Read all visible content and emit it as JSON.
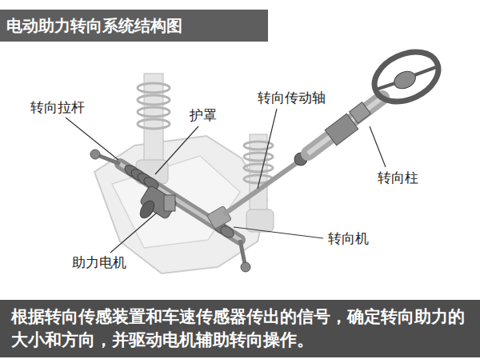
{
  "diagram": {
    "title": "电动助力转向系统结构图",
    "caption": "根据转向传感装置和车速传感器传出的信号，确定转向助力的大小和方向，并驱动电机辅助转向操作。",
    "labels": [
      "转向拉杆",
      "护罩",
      "转向传动轴",
      "转向柱",
      "转向机",
      "助力电机"
    ]
  }
}
